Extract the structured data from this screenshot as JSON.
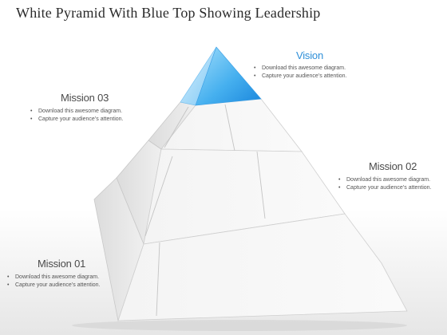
{
  "title": "White Pyramid With Blue Top Showing Leadership",
  "colors": {
    "apex_light": "#8fd2f7",
    "apex_dark": "#1e8ee0",
    "accent_text": "#2e8fd8"
  },
  "levels": [
    {
      "heading": "Vision",
      "bullets": [
        "Download this awesome diagram.",
        "Capture your audience’s attention."
      ]
    },
    {
      "heading": "Mission 03",
      "bullets": [
        "Download this awesome diagram.",
        "Capture your audience’s attention."
      ]
    },
    {
      "heading": "Mission 02",
      "bullets": [
        "Download this awesome diagram.",
        "Capture your audience’s attention."
      ]
    },
    {
      "heading": "Mission 01",
      "bullets": [
        "Download this awesome diagram.",
        "Capture your audience’s attention."
      ]
    }
  ]
}
